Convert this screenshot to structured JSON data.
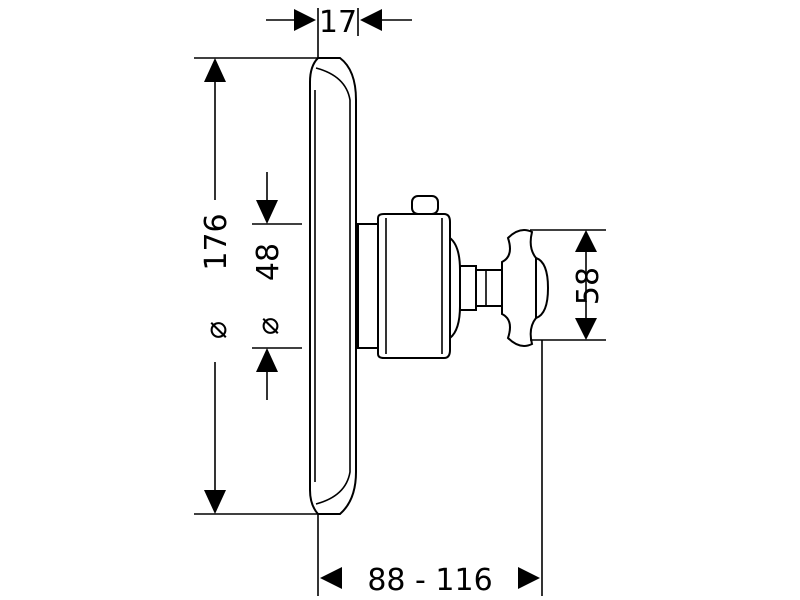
{
  "drawing": {
    "dimensions": {
      "top_depth": "17",
      "diameter_outer": "176",
      "diameter_inner": "48",
      "handle_height": "58",
      "projection_range": "88 - 116",
      "diameter_symbol": "⌀"
    },
    "line_color": "#000000",
    "background": "#ffffff"
  }
}
